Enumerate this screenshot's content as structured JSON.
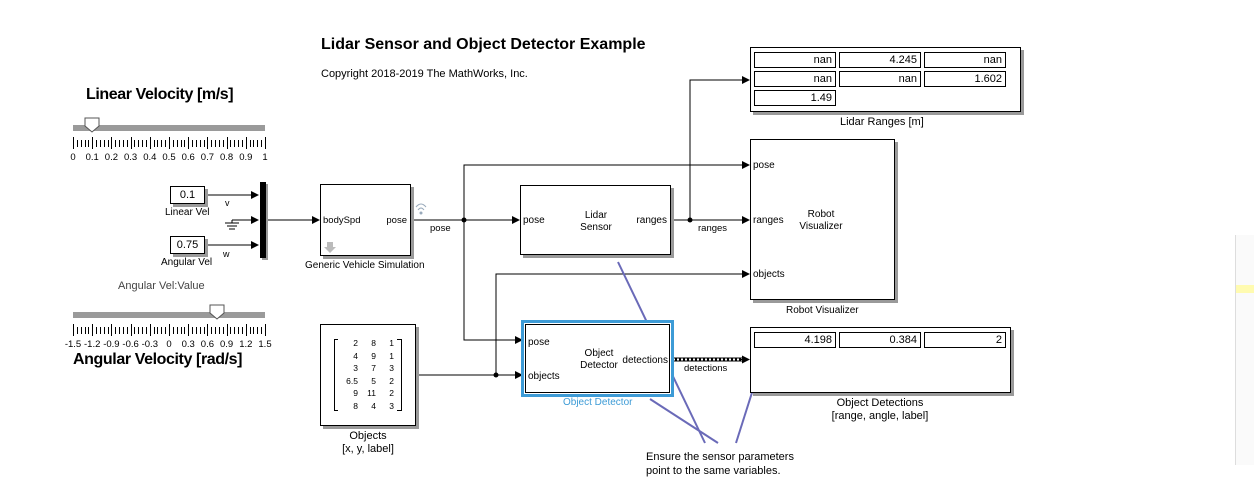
{
  "header": {
    "title": "Lidar Sensor and Object Detector Example",
    "copyright": "Copyright 2018-2019 The MathWorks, Inc."
  },
  "linear_slider": {
    "label": "Linear Velocity [m/s]",
    "ticks": [
      "0",
      "0.1",
      "0.2",
      "0.3",
      "0.4",
      "0.5",
      "0.6",
      "0.7",
      "0.8",
      "0.9",
      "1"
    ],
    "value": 0.1,
    "min": 0,
    "max": 1
  },
  "angular_slider": {
    "caption": "Angular Vel:Value",
    "label": "Angular Velocity [rad/s]",
    "ticks": [
      "-1.5",
      "-1.2",
      "-0.9",
      "-0.6",
      "-0.3",
      "0",
      "0.3",
      "0.6",
      "0.9",
      "1.2",
      "1.5"
    ],
    "value": 0.75,
    "min": -1.5,
    "max": 1.5
  },
  "constants": {
    "linear": {
      "value": "0.1",
      "label": "Linear Vel"
    },
    "angular": {
      "value": "0.75",
      "label": "Angular Vel"
    }
  },
  "mux": {
    "in_v": "v",
    "in_w": "w"
  },
  "vehicle": {
    "in_port": "bodySpd",
    "out_port": "pose",
    "name": "Generic Vehicle Simulation"
  },
  "lidar": {
    "in_port": "pose",
    "label1": "Lidar",
    "label2": "Sensor",
    "out_port": "ranges"
  },
  "robot_vis": {
    "label1": "Robot",
    "label2": "Visualizer",
    "ports": [
      "pose",
      "ranges",
      "objects"
    ],
    "name": "Robot Visualizer"
  },
  "object_detector": {
    "ports": [
      "pose",
      "objects"
    ],
    "label1": "Object",
    "label2": "Detector",
    "out_port": "detections",
    "name": "Object Detector"
  },
  "objects_block": {
    "matrix": [
      [
        "2",
        "8",
        "1"
      ],
      [
        "4",
        "9",
        "1"
      ],
      [
        "3",
        "7",
        "3"
      ],
      [
        "6.5",
        "5",
        "2"
      ],
      [
        "9",
        "11",
        "2"
      ],
      [
        "8",
        "4",
        "3"
      ]
    ],
    "name1": "Objects",
    "name2": "[x, y, label]"
  },
  "lidar_ranges": {
    "values": [
      "nan",
      "4.245",
      "nan",
      "nan",
      "nan",
      "1.602",
      "1.49"
    ],
    "name": "Lidar Ranges [m]"
  },
  "object_detections": {
    "values": [
      "4.198",
      "0.384",
      "2"
    ],
    "name1": "Object Detections",
    "name2": "[range, angle, label]"
  },
  "signals": {
    "pose": "pose",
    "ranges": "ranges",
    "detections": "detections"
  },
  "note": {
    "line1": "Ensure the sensor parameters",
    "line2": "point to the same variables."
  },
  "colors": {
    "selected": "#3d9bd6",
    "note_line": "#6a6ab8",
    "shadow": "#9a9a9a"
  }
}
